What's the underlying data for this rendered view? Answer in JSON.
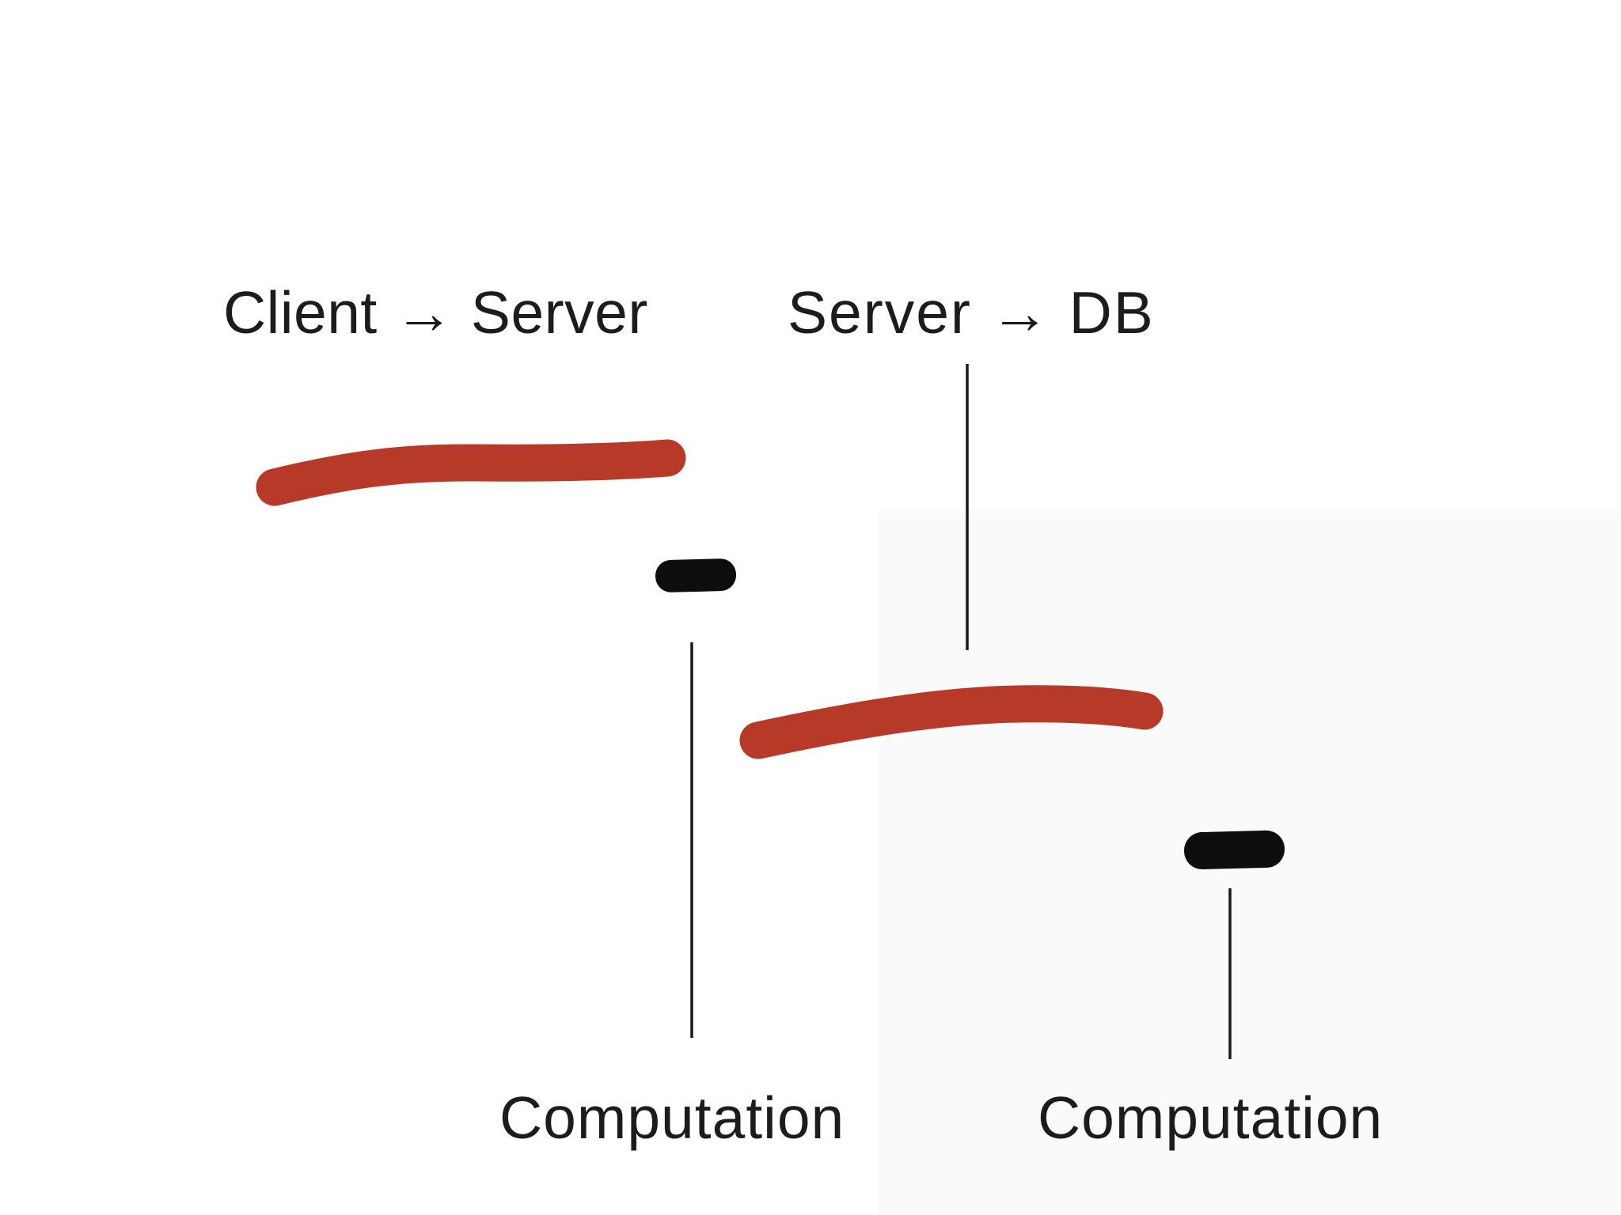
{
  "diagram": {
    "title_implied": "",
    "labels": {
      "client_server": "Client → Server",
      "server_db": "Server → DB",
      "computation_left": "Computation",
      "computation_right": "Computation"
    },
    "colors": {
      "network_stroke_red": "#b73a29",
      "computation_dash_black": "#0d0d0d",
      "connector_line_black": "#1a1a1a",
      "text_black": "#1c1c1c",
      "background_white": "#ffffff",
      "shaded_region_gray": "rgba(0,0,0,0.02)"
    }
  }
}
